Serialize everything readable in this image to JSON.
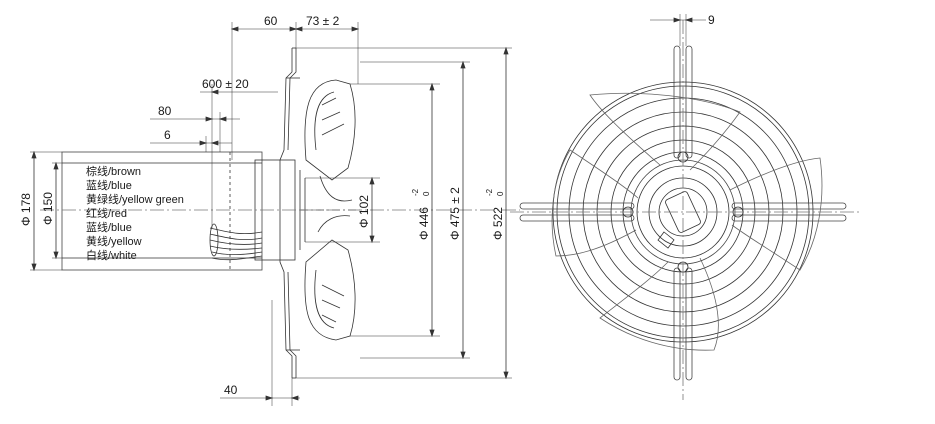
{
  "side_view": {
    "dims": {
      "d60": "60",
      "d73": "73 ± 2",
      "d600": "600 ± 20",
      "d80": "80",
      "d6": "6",
      "d40": "40",
      "phi178": "Φ 178",
      "phi150": "Φ 150",
      "phi102": "Φ 102",
      "phi446": "Φ 446",
      "phi446_tol_upper": "-2",
      "phi446_tol_lower": "0",
      "phi475": "Φ 475 ± 2",
      "phi522": "Φ 522",
      "phi522_tol_upper": "-2",
      "phi522_tol_lower": "0"
    },
    "wires": [
      "棕线/brown",
      "蓝线/blue",
      "黄绿线/yellow green",
      "红线/red",
      "蓝线/blue",
      "黄线/yellow",
      "白线/white"
    ]
  },
  "front_view": {
    "dims": {
      "d9": "9"
    }
  }
}
